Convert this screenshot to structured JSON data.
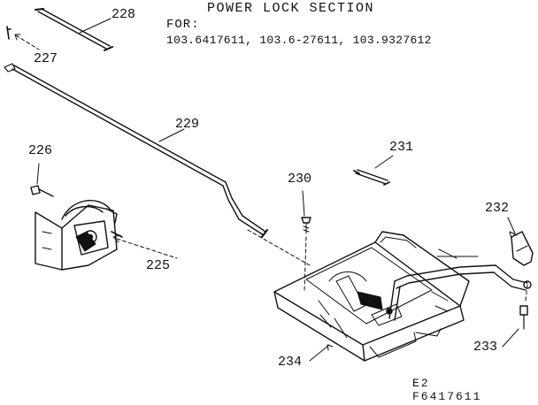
{
  "header": {
    "title": "POWER LOCK SECTION",
    "for_label": "FOR:",
    "models": "103.6417611,  103.6-27611,  103.9327612"
  },
  "callouts": {
    "c225": "225",
    "c226": "226",
    "c227": "227",
    "c228": "228",
    "c229": "229",
    "c230": "230",
    "c231": "231",
    "c232": "232",
    "c233": "233",
    "c234": "234"
  },
  "footer": {
    "code": "E2",
    "figure_id": "F6417611"
  }
}
